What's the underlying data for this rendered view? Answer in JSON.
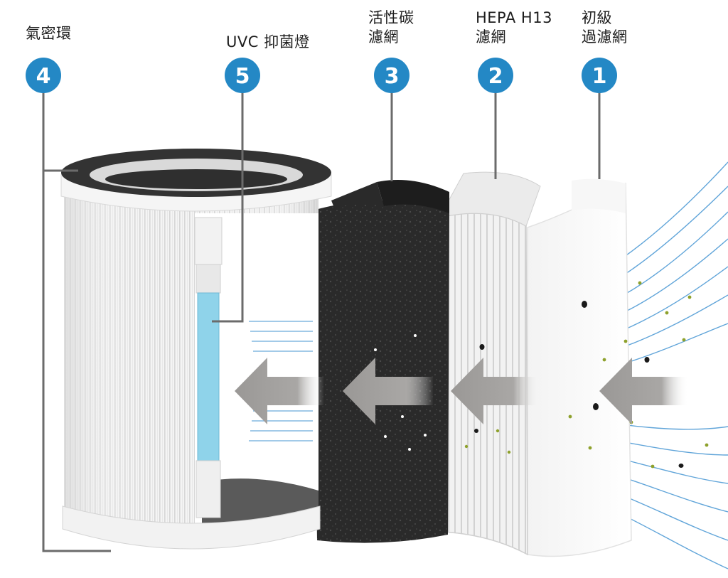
{
  "components": [
    {
      "number": "1",
      "label": [
        "初級",
        "過濾網"
      ]
    },
    {
      "number": "2",
      "label": [
        "HEPA H13",
        "濾網"
      ]
    },
    {
      "number": "3",
      "label": [
        "活性碳",
        "濾網"
      ]
    },
    {
      "number": "4",
      "label": [
        "氣密環"
      ]
    },
    {
      "number": "5",
      "label": [
        "UVC 抑菌燈"
      ]
    }
  ],
  "colors": {
    "badge": "#2488c5",
    "connector": "#6b6b6b",
    "arrow": "#9a9896",
    "airflow": "#3a8fd0",
    "carbon": "#2b2b2b",
    "uvc_lamp": "#8fd3ea",
    "seal_ring": "#333333"
  }
}
